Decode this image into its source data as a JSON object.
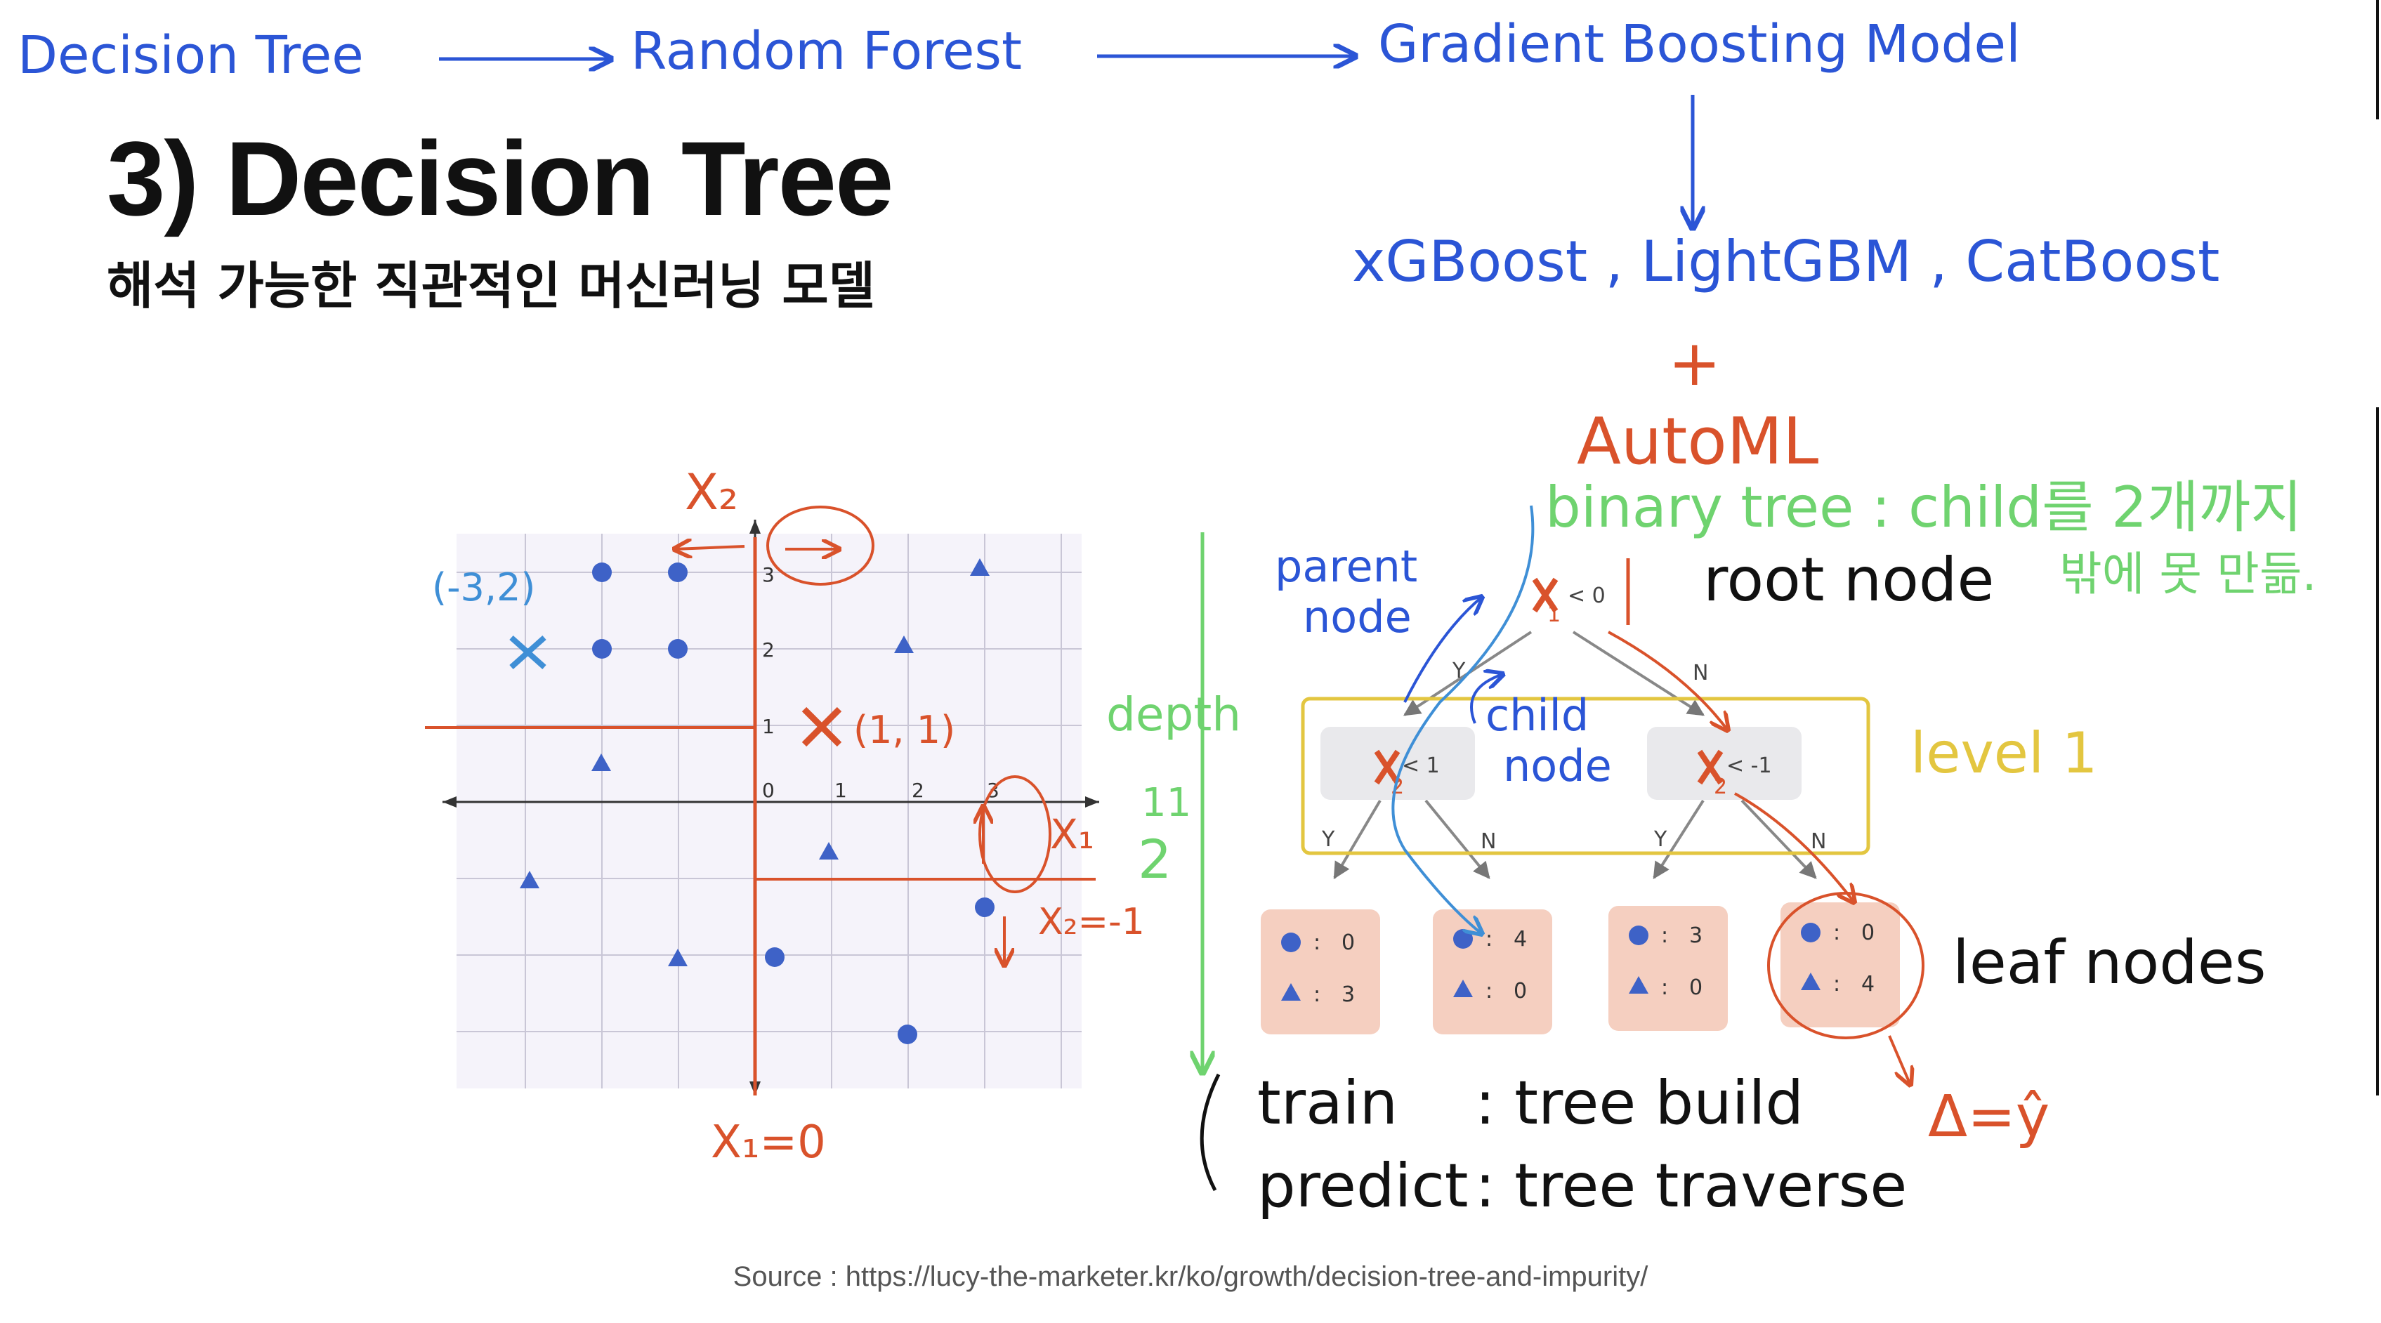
{
  "header_flow": {
    "step1": "Decision Tree",
    "step2": "Random Forest",
    "step3": "Gradient Boosting Model",
    "boosting_libs": "xGBoost , LightGBM , CatBoost",
    "plus": "+",
    "automl": "AutoML"
  },
  "slide": {
    "title": "3) Decision Tree",
    "subtitle": "해석 가능한 직관적인 머신러닝 모델",
    "source": "Source : https://lucy-the-marketer.kr/ko/growth/decision-tree-and-impurity/"
  },
  "scatter": {
    "x_ticks": [
      "0",
      "1",
      "2",
      "3"
    ],
    "y_ticks": [
      "1",
      "2",
      "3"
    ],
    "notes": {
      "x2": "X₂",
      "point_blue": "(-3,2)",
      "point_red": "(1, 1)",
      "x1_label": "X₁",
      "x2_split": "X₂=-1",
      "x1_split": "X₁=0"
    }
  },
  "tree": {
    "root_cond": "< 0",
    "left_cond": "< 1",
    "right_cond": "< -1",
    "yes": "Y",
    "no": "N",
    "leaves": [
      {
        "circle": "0",
        "triangle": "3"
      },
      {
        "circle": "4",
        "triangle": "0"
      },
      {
        "circle": "3",
        "triangle": "0"
      },
      {
        "circle": "0",
        "triangle": "4"
      }
    ],
    "colon": ":"
  },
  "notes": {
    "binary_tree": "binary tree : child를 2개까지",
    "binary_tree2": "밖에 못 만듦.",
    "root_node": "root node",
    "parent_node1": "parent",
    "parent_node2": "node",
    "child_node1": "child",
    "child_node2": "node",
    "level1": "level 1",
    "depth": "depth",
    "depth_marks": "11",
    "depth_value": "2",
    "leaf_nodes": "leaf nodes",
    "delta_hat": "Δ=ŷ",
    "train_label": "train",
    "train_value": ": tree build",
    "predict_label": "predict",
    "predict_value": ": tree traverse"
  },
  "colors": {
    "pen_blue": "#2b55d6",
    "pen_red": "#d9522b",
    "pen_green": "#6fd36f",
    "pen_yellow": "#e3c640",
    "point_blue": "#3e62c7",
    "leaf_fill": "#f5cfc0",
    "node_fill": "#e9e9ec"
  }
}
